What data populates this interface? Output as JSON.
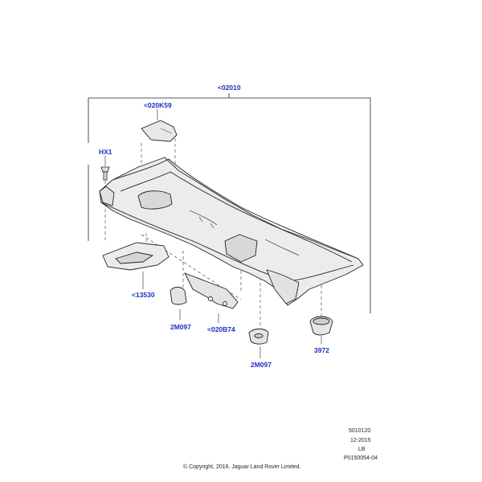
{
  "callouts": {
    "main_assembly": "<02010",
    "cover_panel": "<020K59",
    "screw": "HX1",
    "tray": "<13530",
    "clip_left": "2M097",
    "bracket": "<020B74",
    "clip_bottom": "2M097",
    "grommet": "3972"
  },
  "footer": {
    "code": "5010120",
    "date": "12-2015",
    "region": "LB",
    "reference": "P0150054-04",
    "copyright": "© Copyright, 2016. Jaguar Land Rover Limited."
  },
  "colors": {
    "callout_text": "#1c2fbf",
    "line_art": "#222222",
    "part_fill": "#ececec"
  }
}
